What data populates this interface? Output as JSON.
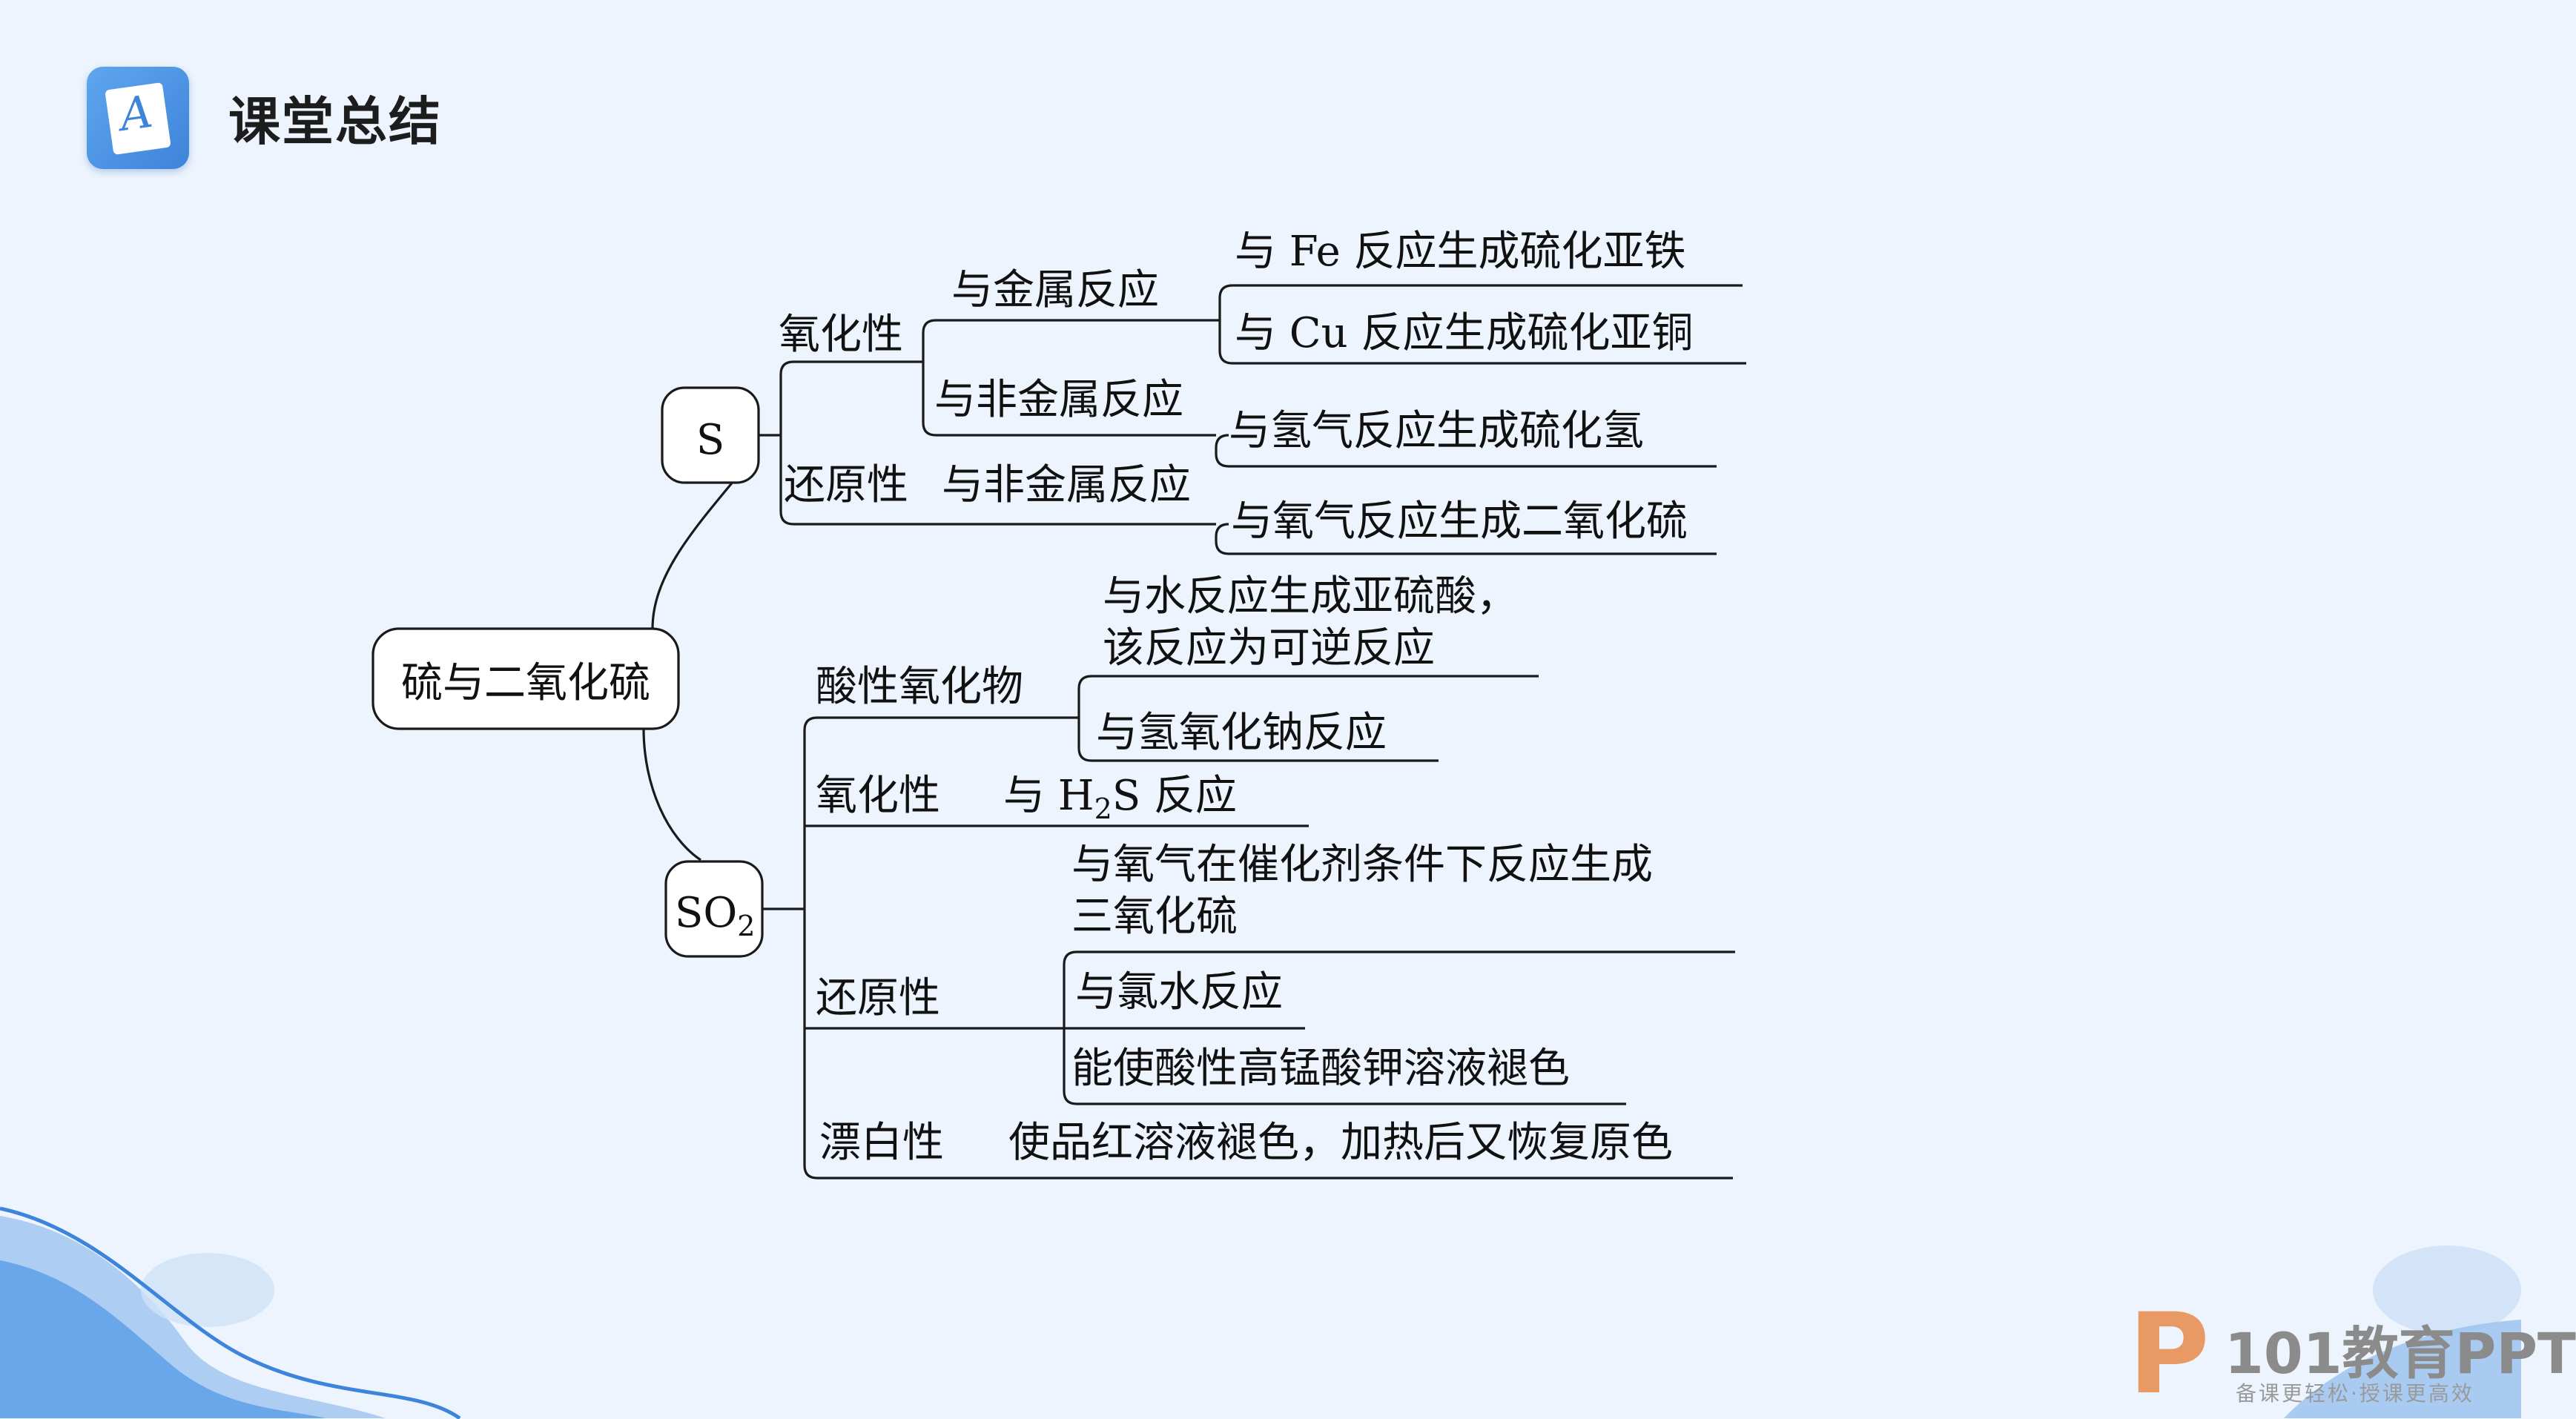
{
  "header": {
    "title": "课堂总结",
    "icon": "document-pen-icon"
  },
  "mindmap": {
    "root": "硫与二氧化硫",
    "s": {
      "label": "S",
      "oxidizing": "氧化性",
      "with_metal": "与金属反应",
      "fe": "与 Fe 反应生成硫化亚铁",
      "cu": "与 Cu 反应生成硫化亚铜",
      "with_nonmetal": "与非金属反应",
      "h2": "与氢气反应生成硫化氢",
      "reducing": "还原性",
      "reducing_nonmetal": "与非金属反应",
      "o2": "与氧气反应生成二氧化硫"
    },
    "so2": {
      "label_main": "SO",
      "label_sub": "2",
      "acidic_oxide": "酸性氧化物",
      "water_line1": "与水反应生成亚硫酸，",
      "water_line2": "该反应为可逆反应",
      "naoh": "与氢氧化钠反应",
      "oxidizing": "氧化性",
      "h2s_prefix": "与 H",
      "h2s_sub": "2",
      "h2s_suffix": "S 反应",
      "reducing": "还原性",
      "o2_line1": "与氧气在催化剂条件下反应生成",
      "o2_line2": "三氧化硫",
      "chlorine": "与氯水反应",
      "kmno4": "能使酸性高锰酸钾溶液褪色",
      "bleaching": "漂白性",
      "bleaching_desc": "使品红溶液褪色，加热后又恢复原色"
    }
  },
  "watermark": {
    "brand": "101教育PPT",
    "slogan": "备课更轻松·授课更高效",
    "logo": "p-logo-icon"
  },
  "colors": {
    "background": "#eef4fd",
    "accent": "#3d84da",
    "wave": "#6aa6ea"
  }
}
